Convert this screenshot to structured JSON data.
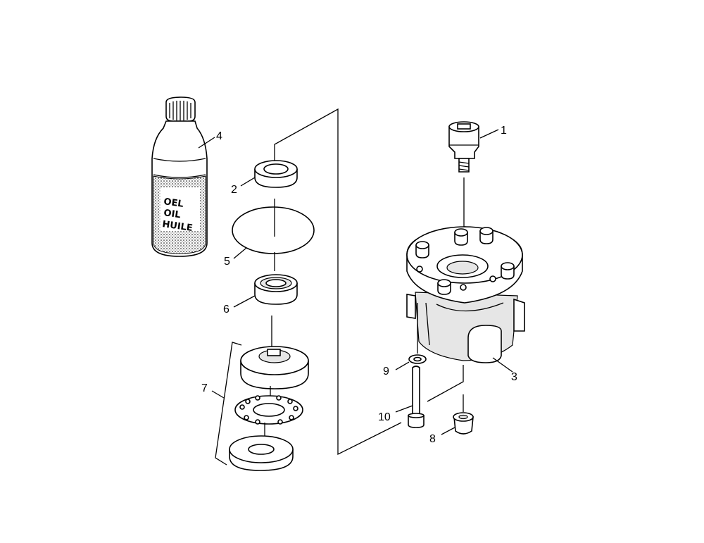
{
  "diagram": {
    "callouts": [
      {
        "id": "1",
        "label": "1"
      },
      {
        "id": "2",
        "label": "2"
      },
      {
        "id": "3",
        "label": "3"
      },
      {
        "id": "4",
        "label": "4"
      },
      {
        "id": "5",
        "label": "5"
      },
      {
        "id": "6",
        "label": "6"
      },
      {
        "id": "7",
        "label": "7"
      },
      {
        "id": "8",
        "label": "8"
      },
      {
        "id": "9",
        "label": "9"
      },
      {
        "id": "10",
        "label": "10"
      }
    ],
    "bottle_label": [
      "OEL",
      "OIL",
      "HUILE"
    ]
  }
}
